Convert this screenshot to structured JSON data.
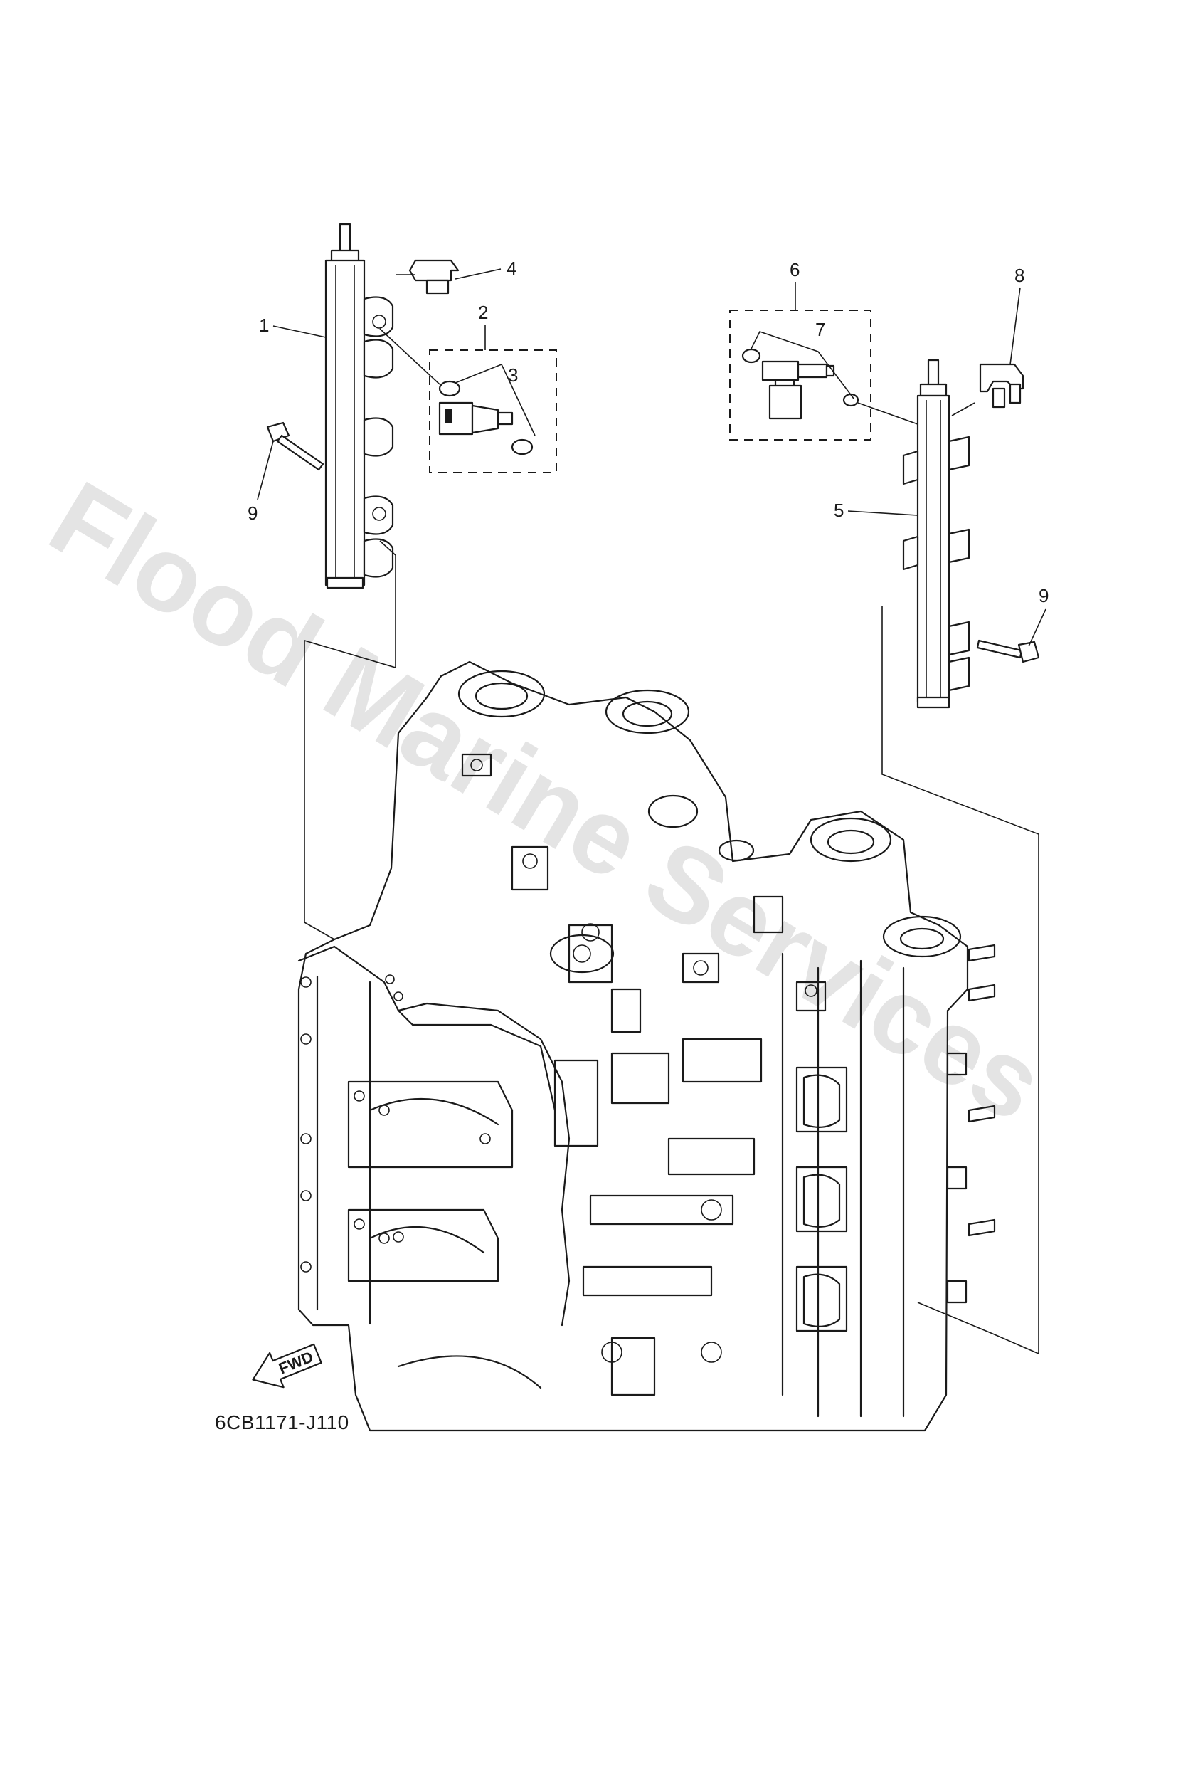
{
  "diagram": {
    "code": "6CB1171-J110",
    "fwd_label": "FWD",
    "watermark": "Flood Marine Services",
    "callouts": [
      "1",
      "2",
      "3",
      "4",
      "5",
      "6",
      "7",
      "8",
      "9",
      "9"
    ]
  }
}
